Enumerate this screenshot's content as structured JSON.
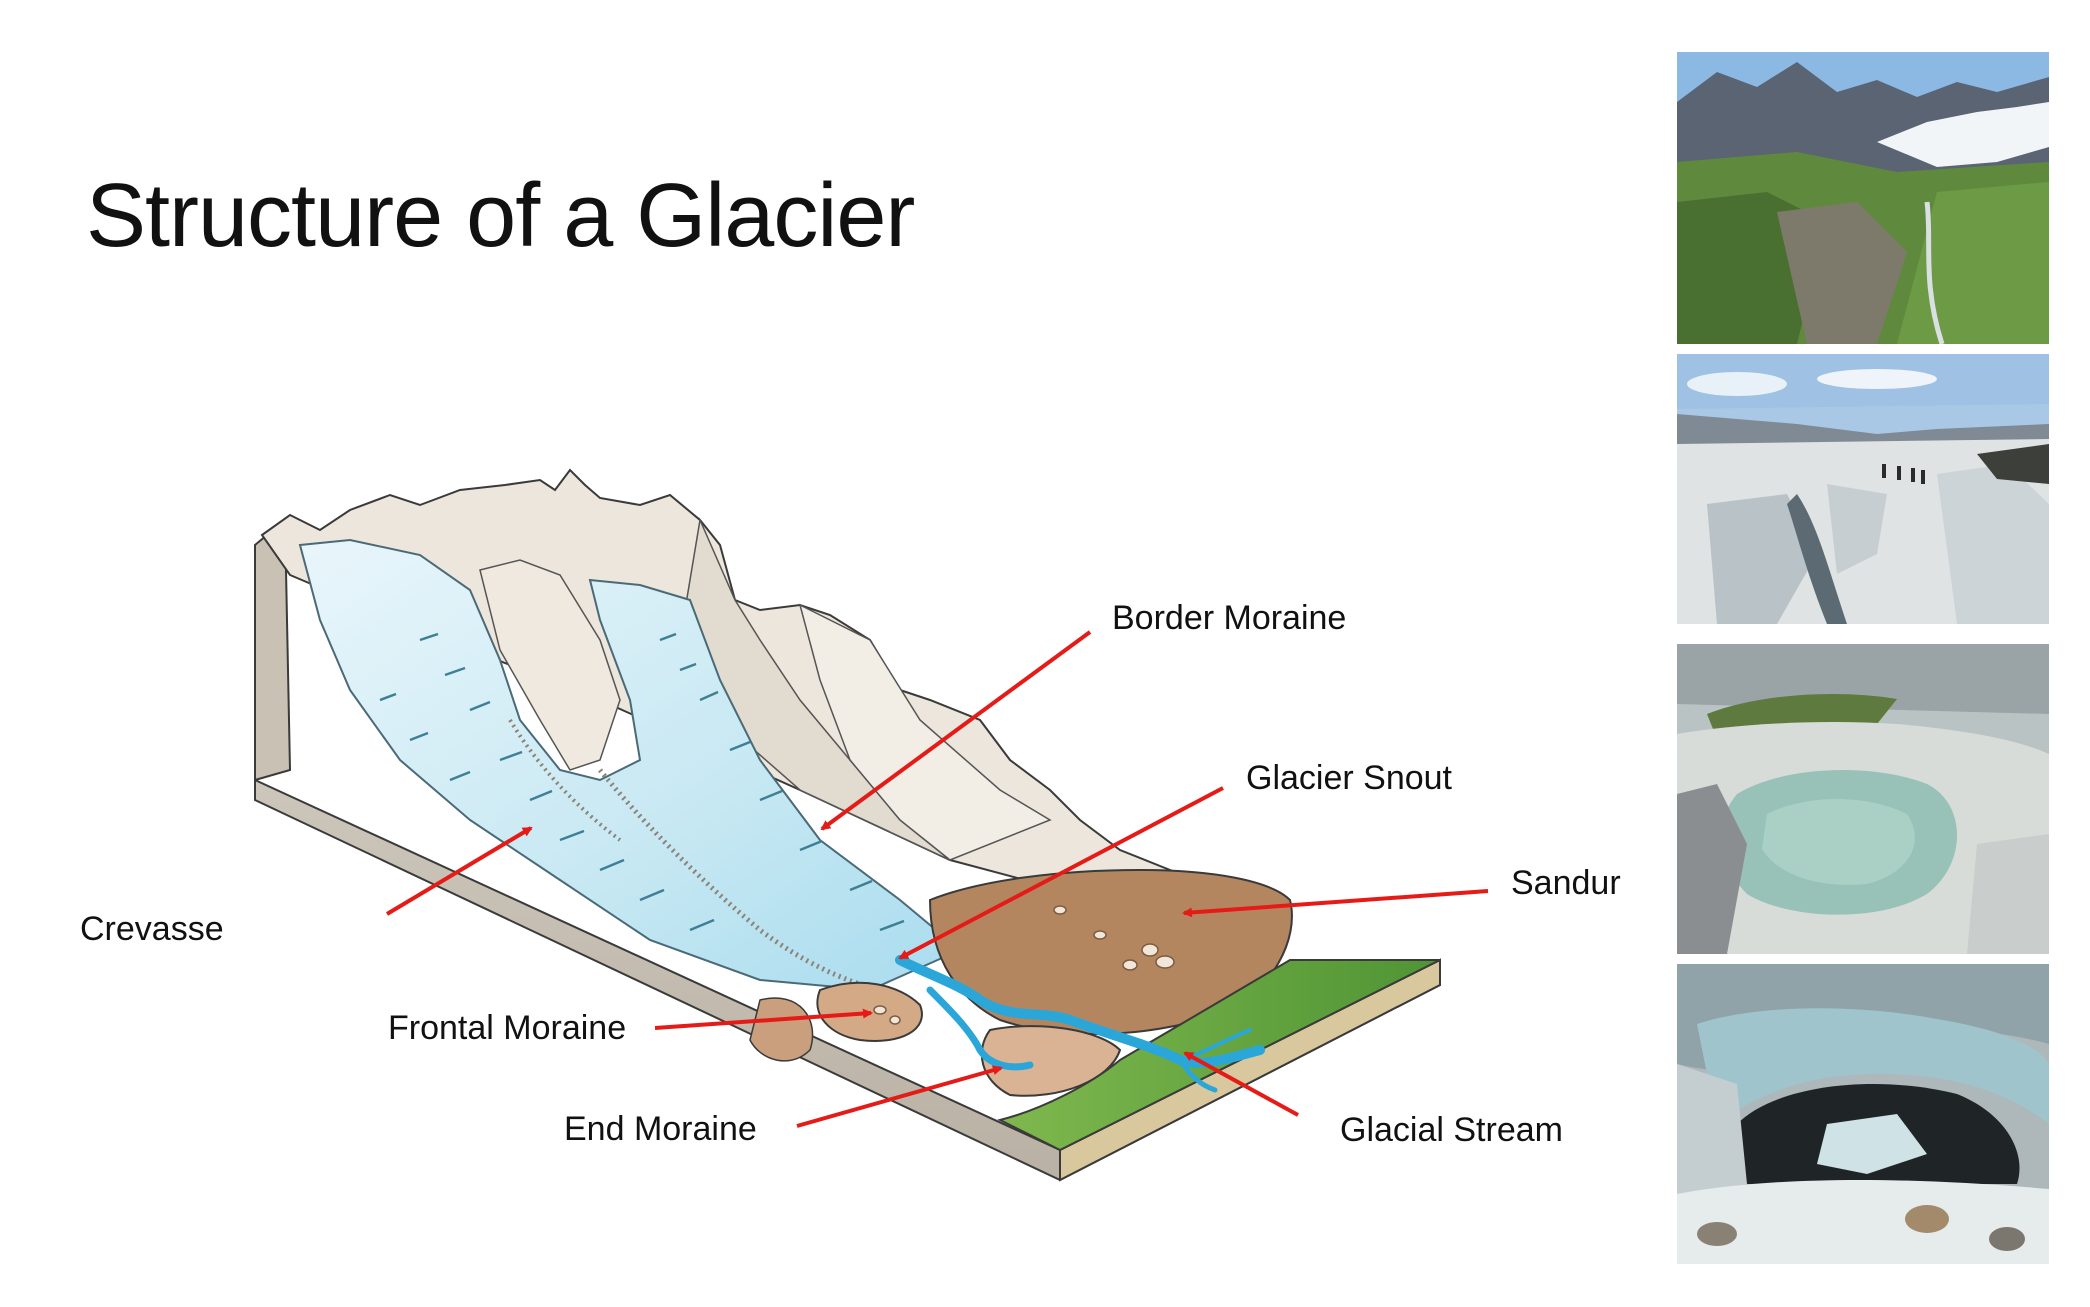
{
  "slide": {
    "title": "Structure of a Glacier"
  },
  "labels": {
    "border_moraine": "Border Moraine",
    "glacier_snout": "Glacier Snout",
    "sandur": "Sandur",
    "crevasse": "Crevasse",
    "frontal_moraine": "Frontal Moraine",
    "end_moraine": "End Moraine",
    "glacial_stream": "Glacial Stream"
  },
  "colors": {
    "arrow": "#e41b17",
    "ice": "#cfeaf4",
    "ice_deep": "#8fd3ea",
    "rock": "#e8e1d5",
    "moraine": "#bf8f6a",
    "sandur": "#a97a57",
    "stream": "#2aa7d8",
    "grass": "#6cab3e"
  },
  "photos": [
    {
      "name": "alpine-valley-photo"
    },
    {
      "name": "crevasse-field-photo"
    },
    {
      "name": "glacial-lake-photo"
    },
    {
      "name": "ice-cave-photo"
    }
  ]
}
